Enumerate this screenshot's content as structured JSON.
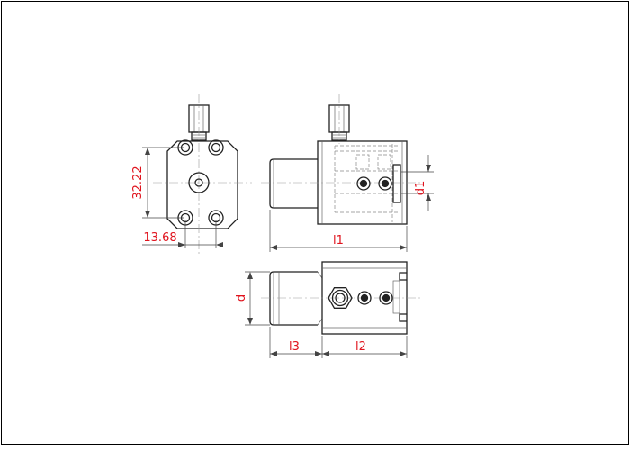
{
  "drawing": {
    "dimensions": {
      "height_front": "32.22",
      "width_front": "13.68",
      "total_length": "l1",
      "bore_diameter": "d1",
      "shank_diameter": "d",
      "shank_length": "l3",
      "body_length": "l2"
    }
  }
}
